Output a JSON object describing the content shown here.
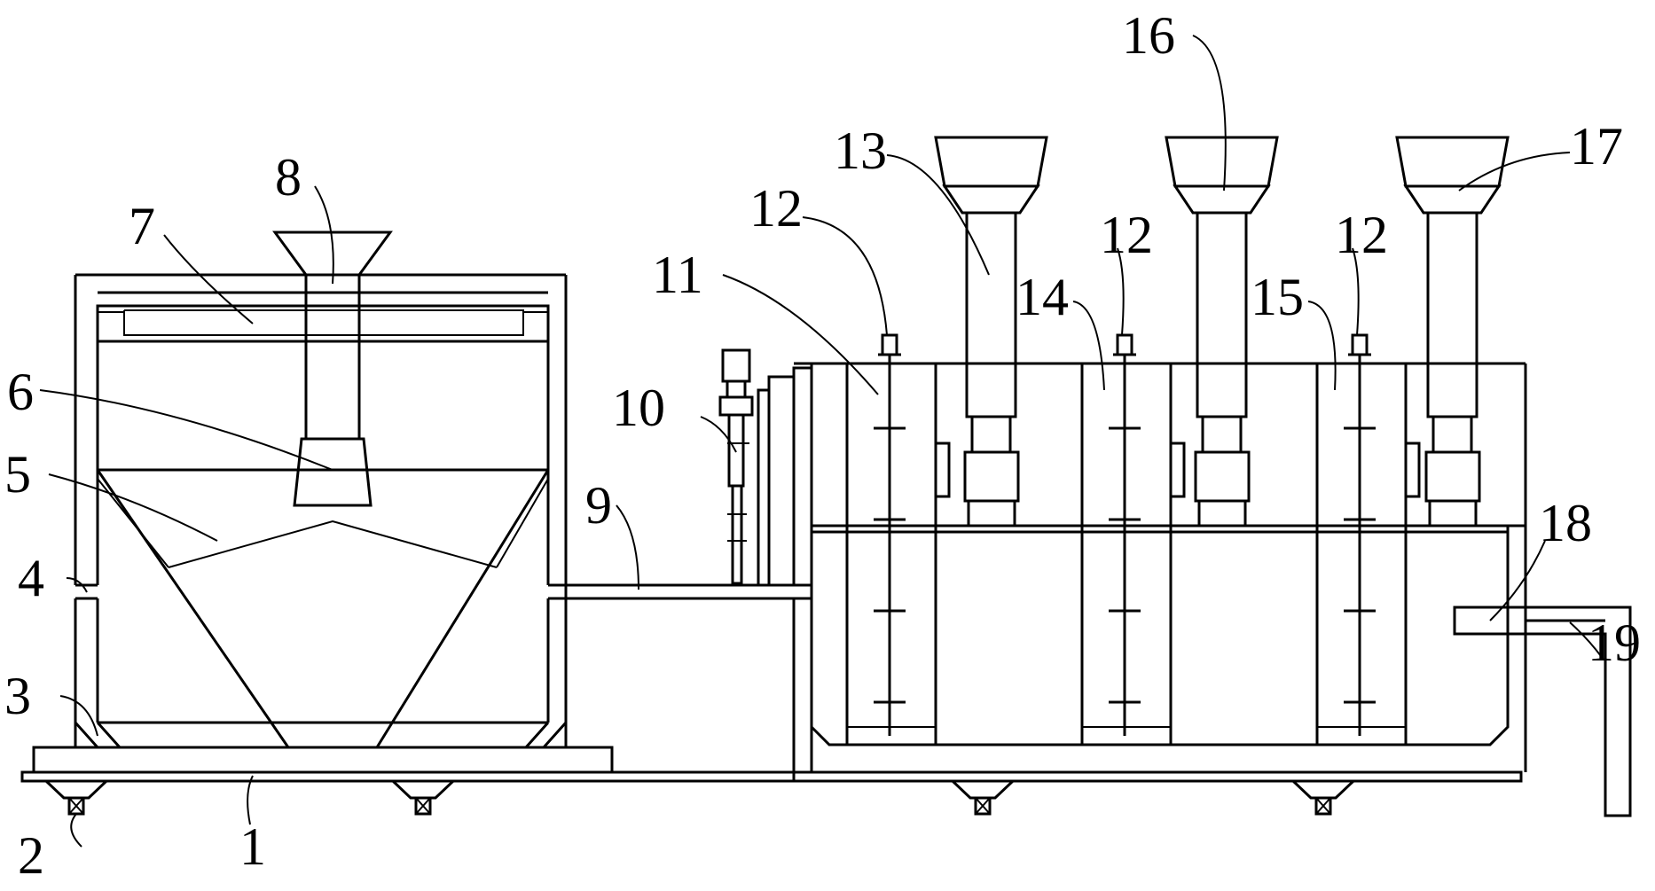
{
  "diagram": {
    "labels": {
      "l1": "1",
      "l2": "2",
      "l3": "3",
      "l4": "4",
      "l5": "5",
      "l6": "6",
      "l7": "7",
      "l8": "8",
      "l9": "9",
      "l10": "10",
      "l11": "11",
      "l12a": "12",
      "l12b": "12",
      "l12c": "12",
      "l13": "13",
      "l14": "14",
      "l15": "15",
      "l16": "16",
      "l17": "17",
      "l18": "18",
      "l19": "19"
    },
    "colors": {
      "stroke": "#000000",
      "background": "#ffffff"
    }
  }
}
